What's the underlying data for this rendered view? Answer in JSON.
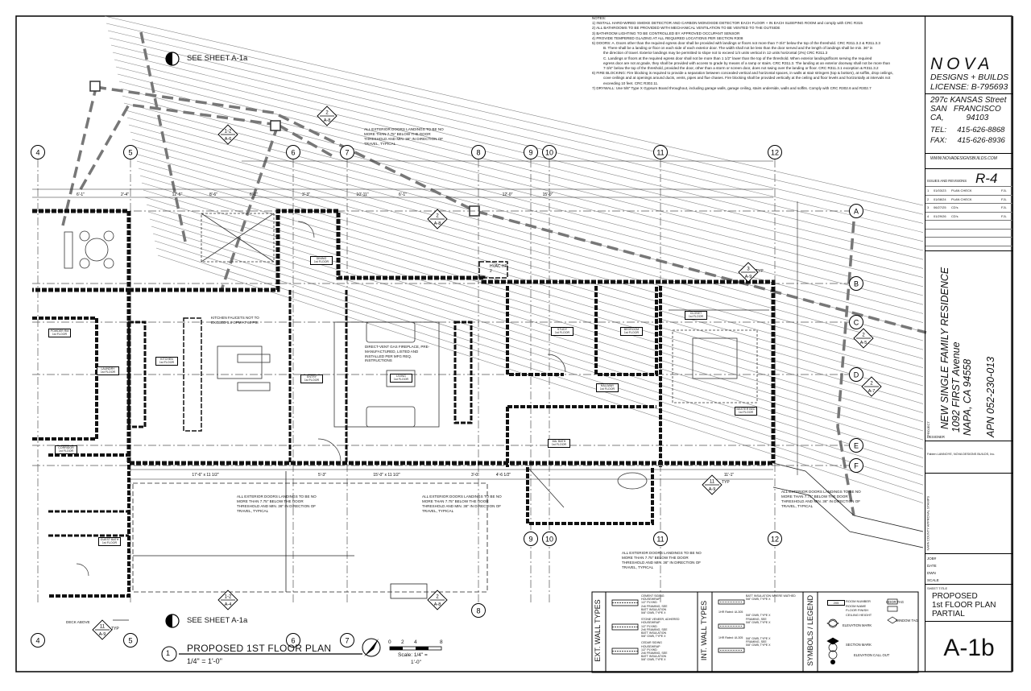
{
  "notes": {
    "heading": "NOTES:",
    "lines": [
      "1) INSTALL HARD-WIRED SMOKE DETECTOR AND CARBON MONOXIDE DETECTOR EACH FLOOR + IN EACH SLEEPING ROOM and comply with CRC R315",
      "2) ALL BATHROOMS TO BE PROVIDED WITH MECHANICAL VENTILATION TO BE VENTED TO THE OUTSIDE",
      "3) BATHROOM LIGHTING TO BE CONTROLLED BY APPROVED OCCUPANT SENSOR",
      "4) PROVIDE TEMPERED GLAZING AT ALL REQUIRED LOCATIONS PER SECTION R308",
      "5) DOORS:  A. Doors other than the required egress door shall be provided with landings or floors not more than 7-3/4\" below the top of the threshold. CRC R311.3.2 & R311.3.3",
      "B. There shall be a landing or floor on each side of each exterior door. The width shall not be less than the door served and the length of landings shall be min. 36\" in",
      "the direction of travel. Exterior landings may be permitted to slope not to exceed 1/4 units vertical in 12 units horizontal (2%) CRC R311.3",
      "C. Landings or floors at the required egress door shall not be more than 1 1/2\" lower than the top of the threshold. When exterior landings/floors serving the required",
      "egress door are not at grade, they shall be provided with access to grade by means of a ramp or stairs. CRC R311.3. The landing at an exterior doorway shall not be more than",
      "7-3/4\" below the top of the threshold, provided the door, other than a storm or screen door, does not swing over the landing or floor. CRC R311.3.1 exception & R311.3.2",
      "6) FIRE BLOCKING: Fire blocking is required to provide a separation between concealed vertical and horizontal spaces, in walls at stair stringers (top & bottom), at soffits, drop ceilings,",
      "cove ceilings and at openings around ducts, vents, pipes and flue chases. Fire blocking shall be provided vertically at the ceiling and floor levels and horizontally at intervals not",
      "exceeding 10 feet. CRC R302.11.",
      "7) DRYWALL: Use 5/8\" Type X Gypsum Board throughout, including garage walls, garage ceiling, stairs underside, walls and soffits. Comply with CRC R302.6 and R302.7"
    ]
  },
  "title_block": {
    "company": "NOVA",
    "tagline": "DESIGNS + BUILDS",
    "license": "LICENSE: B-795693",
    "address1": "297c KANSAS Street",
    "address2": "SAN   FRANCISCO",
    "address3": "CA,          94103",
    "tel": "TEL:     415-626-8868",
    "fax": "FAX:     415-626-8936",
    "website": "WWW.NOVADESIGNSBUILDS.COM",
    "issues_label": "ISSUES AND REVISIONS",
    "revision_code": "R-4",
    "revisions": [
      {
        "num": "1",
        "date": "01/03/23",
        "desc": "PLAN CHECK",
        "by": "FJL"
      },
      {
        "num": "2",
        "date": "01/08/24",
        "desc": "PLAN CHECK",
        "by": "FJL"
      },
      {
        "num": "3",
        "date": "06/27/25",
        "desc": "CD's",
        "by": "FJL"
      },
      {
        "num": "4",
        "date": "01/29/26",
        "desc": "CD's",
        "by": "FJL"
      }
    ],
    "project_label": "PROJECT",
    "project_name": "NEW SINGLE FAMILY RESIDENCE",
    "project_street": "1092 FIRST Avenue",
    "project_city": "NAPA, CA 94558",
    "apn": "APN 052-230-013",
    "designer_label": "DESIGNER",
    "designer_name": "Fabien LANNOYE, NOVA DESIGNS BUILDS, Inc.",
    "stamps_label": "NAPA COUNTY APPROVAL STAMPS",
    "job_label": "JOB#",
    "date_label": "DATE",
    "drawn_label": "DWN",
    "scale_label": "SCALE",
    "sheet_title_label": "SHEET TITLE",
    "sheet_title_1": "PROPOSED",
    "sheet_title_2": "1st FLOOR PLAN",
    "sheet_title_3": "PARTIAL",
    "sheet_number": "A-1b"
  },
  "plan": {
    "title": "PROPOSED 1ST FLOOR PLAN",
    "title_num": "1",
    "scale": "1/4\" = 1'-0\"",
    "scale_bar_label": "Scale:  1/4\" =",
    "scale_bar_unit": "1'-0\"",
    "scale_ticks": [
      "0",
      "2",
      "4",
      "8"
    ],
    "see_sheet_top": "SEE SHEET A-1a",
    "see_sheet_bottom": "SEE SHEET A-1a",
    "grid_top": [
      "4",
      "5",
      "6",
      "7",
      "8",
      "9",
      "10",
      "11",
      "12"
    ],
    "grid_bottom": [
      "4",
      "5",
      "6",
      "7",
      "8",
      "9",
      "10",
      "11",
      "12"
    ],
    "grid_right": [
      "A",
      "B",
      "C",
      "D",
      "E",
      "F"
    ],
    "notes": {
      "landing": "ALL EXTERIOR DOORS LANDINGS TO BE NO MORE THAN 7.75\" BELOW THE DOOR THRESHOLD AND MIN. 36\" IN DIRECTION OF TRAVEL, TYPICAL",
      "faucets": "KITCHEN FAUCETS NOT TO EXCEED 1.8 GPM AT 60 PSI",
      "fireplace": "DIRECT-VENT GAS FIREPLACE, PRE-MANUFACTURED, LISTED AND INSTALLED PER MFG REQ. INSTRUCTIONS",
      "hvac": "HVAC HP 2",
      "typ": "TYP",
      "deck": "DECK ABOVE"
    },
    "rooms": [
      {
        "name": "STUDY",
        "floor": "1st FLOOR"
      },
      {
        "name": "BEDROOM",
        "floor": "1st FLOOR"
      },
      {
        "name": "CLOSET",
        "floor": "1st FLOOR"
      },
      {
        "name": "HALLWAY",
        "floor": "1st FLOOR"
      },
      {
        "name": "MASTER BED",
        "floor": "1st FLOOR"
      },
      {
        "name": "MA. BATH",
        "floor": "1st FLOOR"
      },
      {
        "name": "KITCHEN",
        "floor": "1st FLOOR"
      },
      {
        "name": "LIVING",
        "floor": "1st FLOOR"
      },
      {
        "name": "DINING",
        "floor": "1st FLOOR"
      },
      {
        "name": "LAUNDRY",
        "floor": "1st FLOOR"
      },
      {
        "name": "POWDER RM",
        "floor": "1st FLOOR"
      },
      {
        "name": "GUEST BATH",
        "floor": "1st FLOOR"
      },
      {
        "name": "CORRIDOR",
        "floor": "1st FLOOR"
      },
      {
        "name": "ENTRY",
        "floor": "1st FLOOR"
      }
    ],
    "dims_top": [
      "6'-1\"",
      "2'-4\"",
      "12'-6\"",
      "8'-6\"",
      "6'-1\"",
      "3'-3\"",
      "10'-11\"",
      "6'-1\"",
      "12'-0\"",
      "15'-0\""
    ],
    "dims_bottom": [
      "17'-6\" x 11 1/2\"",
      "5'-3\"",
      "15'-0\" x 11 1/2\"",
      "3'-0\"",
      "4'-6 1/2\"",
      "11'-1\""
    ],
    "section_marks": [
      {
        "num": "2",
        "sheet": "A-8"
      },
      {
        "num": "1-2",
        "sheet": "A-6"
      },
      {
        "num": "2",
        "sheet": "A-8"
      },
      {
        "num": "3",
        "sheet": "A-9"
      },
      {
        "num": "2",
        "sheet": "A-5"
      },
      {
        "num": "2",
        "sheet": "A-7"
      },
      {
        "num": "11",
        "sheet": "A-9"
      },
      {
        "num": "1-2",
        "sheet": "A-4"
      },
      {
        "num": "2",
        "sheet": "A-8"
      },
      {
        "num": "11",
        "sheet": "A-9"
      }
    ]
  },
  "legend": {
    "ext_wall_types": "EXT. WALL TYPES",
    "int_wall_types": "INT. WALL TYPES",
    "symbols": "SYMBOLS / LEGEND",
    "ext_items": [
      [
        "CEMENT SIDING",
        "HOUSEWRAP",
        "1/2\" PLYWD",
        "2x6 FRAMING, SEE",
        "BATT INSULATION",
        "5/8\" GWB, TYPE X"
      ],
      [
        "STONE VENEER, ADHERED",
        "HOUSEWRAP",
        "1/2\" PLYWD",
        "2x6 FRAMING, SEE",
        "BATT INSULATION",
        "5/8\" GWB, TYPE X"
      ],
      [
        "CEDAR SIDING",
        "HOUSEWRAP",
        "1/2\" PLYWD",
        "2x6 FRAMING, SEE",
        "BATT INSULATION",
        "5/8\" GWB, TYPE X"
      ]
    ],
    "int_items": [
      [
        "BATT INSULATION WHERE WATHED",
        "5/8\" GWB, TYPE X"
      ],
      [
        "5/8\" GWB, TYPE X",
        "FRAMING, SEE",
        "5/8\" GWB, TYPE X"
      ],
      [
        "5/8\" GWB, TYPE X",
        "FRAMING, SEE",
        "5/8\" GWB, TYPE X"
      ]
    ],
    "rated": "1HR Rated: UL305",
    "sym_room": [
      "ROOM NUMBER",
      "ROOM NAME",
      "FLOOR FINISH",
      "CEILING HEIGHT"
    ],
    "sym_door": "DOOR TAG",
    "sym_window": "WINDOW TAG",
    "sym_elev": "ELEVATION MARK",
    "sym_section": "SECTION MARK",
    "sym_callout": "ELEVATION CALL OUT",
    "room_tag_sample": "205"
  }
}
